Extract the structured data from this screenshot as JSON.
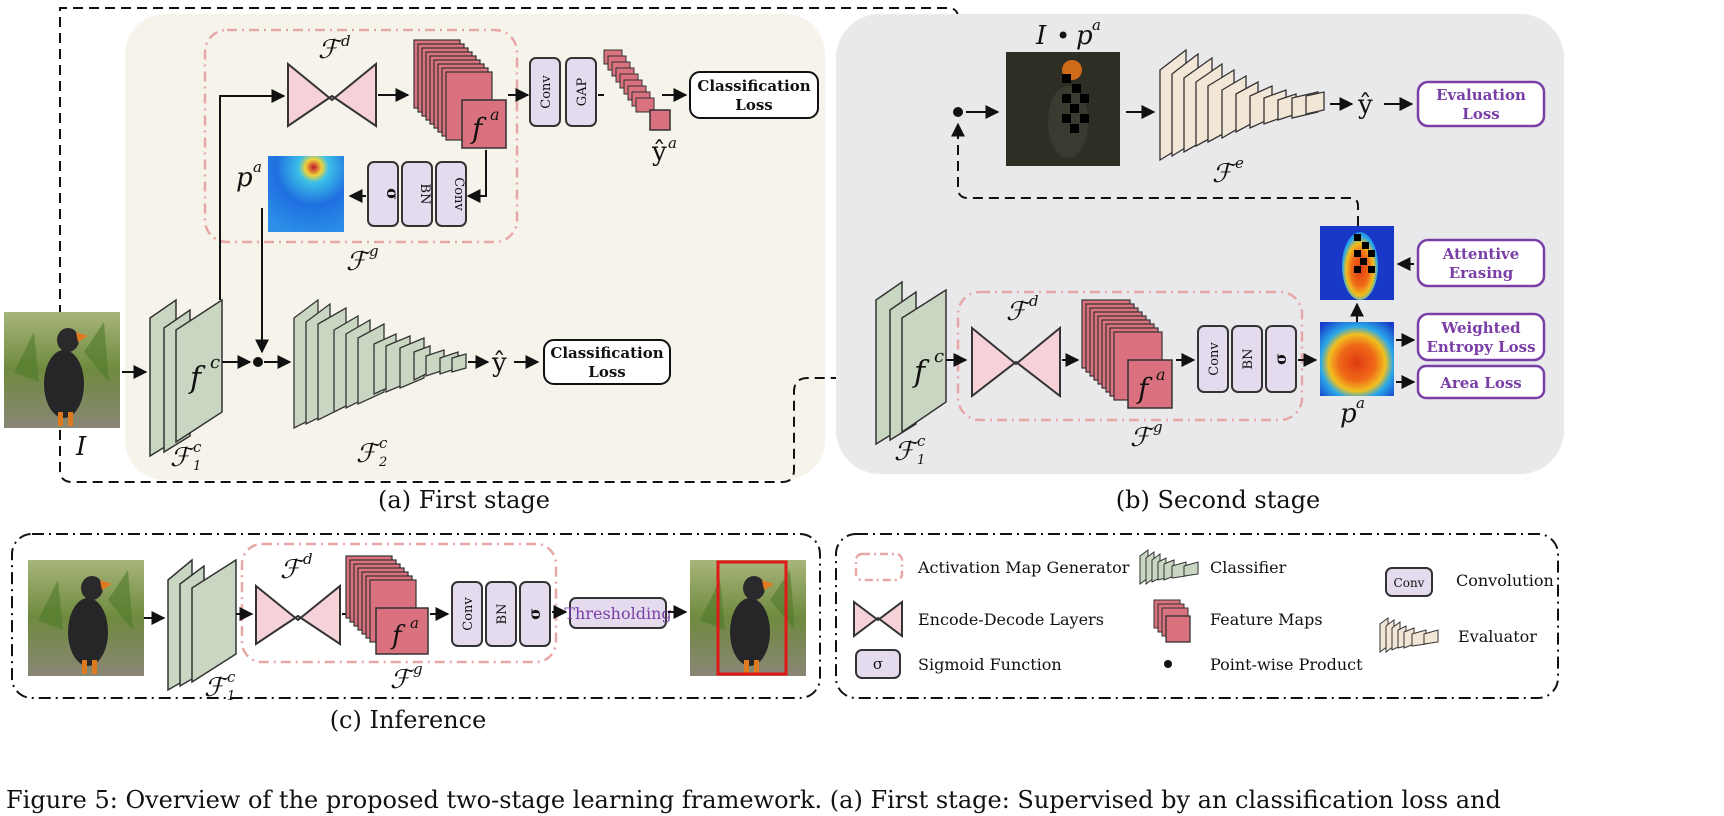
{
  "stages": {
    "first_label": "(a) First stage",
    "second_label": "(b) Second stage",
    "inference_label": "(c) Inference"
  },
  "losses": {
    "classification_1": [
      "Classification",
      "Loss"
    ],
    "classification_2": [
      "Classification",
      "Loss"
    ],
    "evaluation": [
      "Evaluation",
      "Loss"
    ],
    "attentive_erasing": [
      "Attentive",
      "Erasing"
    ],
    "weighted_entropy": [
      "Weighted",
      "Entropy Loss"
    ],
    "area": "Area Loss",
    "thresholding": "Thresholding"
  },
  "ops": {
    "conv": "Conv",
    "gap": "GAP",
    "bn": "BN",
    "sigma": "σ"
  },
  "symbols": {
    "F": "ℱ",
    "f": "f",
    "I": "I",
    "p": "p",
    "y_hat": "ŷ",
    "dot": "•",
    "sup_d": "d",
    "sup_g": "g",
    "sup_c": "c",
    "sup_a": "a",
    "sup_e": "e",
    "sub_1": "1",
    "sub_2": "2"
  },
  "legend": {
    "activation_map_generator": "Activation Map Generator",
    "encode_decode": "Encode-Decode Layers",
    "sigmoid": "Sigmoid Function",
    "classifier": "Classifier",
    "feature_maps": "Feature Maps",
    "point_wise": "Point-wise Product",
    "conv_icon": "Conv",
    "convolution": "Convolution",
    "evaluator": "Evaluator",
    "sigma_icon": "σ"
  },
  "caption": "Figure 5: Overview of the proposed two-stage learning framework. (a) First stage: Supervised by an classification loss and",
  "colors": {
    "first_stage_bg": "#f6f3ea",
    "second_stage_bg": "#e9e9ec",
    "generator_dash": "#e8a7a7",
    "encoder_fill": "#f6d2d8",
    "feature_fill": "#d9727e",
    "op_fill": "#e4dbee",
    "classifier_fill": "#c9d6c2",
    "evaluator_fill": "#f2e6d6",
    "purple": "#7a3fa6"
  }
}
